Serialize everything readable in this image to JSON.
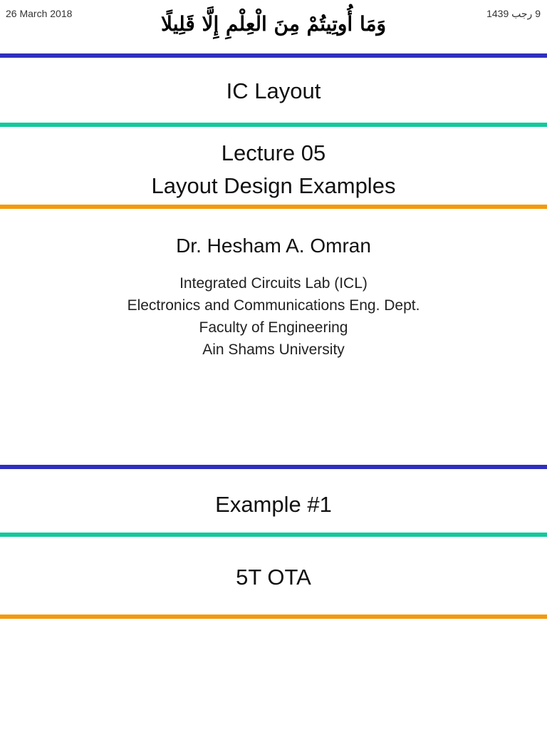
{
  "header": {
    "date_gregorian": "26 March 2018",
    "date_hijri": "9 رجب 1439",
    "verse": "وَمَا أُوتِيتُمْ مِنَ الْعِلْمِ إِلَّا قَلِيلًا"
  },
  "slide1": {
    "course_title": "IC Layout",
    "lecture_number": "Lecture 05",
    "lecture_title": "Layout Design Examples",
    "author": "Dr. Hesham A. Omran",
    "affiliation": [
      "Integrated Circuits Lab (ICL)",
      "Electronics and Communications Eng. Dept.",
      "Faculty of Engineering",
      "Ain Shams University"
    ]
  },
  "slide2": {
    "example_title": "Example #1",
    "example_subject": "5T OTA"
  },
  "colors": {
    "rule_blue": "#2e2fbf",
    "rule_teal": "#12c99b",
    "rule_orange": "#f39a0c"
  }
}
